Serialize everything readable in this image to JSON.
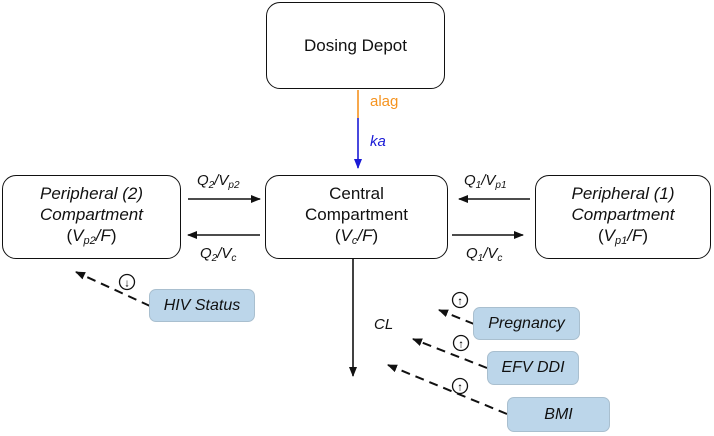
{
  "depot": {
    "label": "Dosing Depot"
  },
  "central": {
    "line1": "Central",
    "line2": "Compartment",
    "vol": "V",
    "vol_sub": "c",
    "vol_tail": "/F"
  },
  "periph2": {
    "line1": "Peripheral (2)",
    "line2": "Compartment",
    "vol": "V",
    "vol_sub": "p2",
    "vol_tail": "/F"
  },
  "periph1": {
    "line1": "Peripheral (1)",
    "line2": "Compartment",
    "vol": "V",
    "vol_sub": "p1",
    "vol_tail": "/F"
  },
  "rates": {
    "alag": "alag",
    "ka": "ka",
    "cl": "CL",
    "q2_to_p2": {
      "q": "Q",
      "q_sub": "2",
      "v": "/V",
      "v_sub": "p2"
    },
    "q2_to_c": {
      "q": "Q",
      "q_sub": "2",
      "v": "/V",
      "v_sub": "c"
    },
    "q1_to_c": {
      "q": "Q",
      "q_sub": "1",
      "v": "/V",
      "v_sub": "p1"
    },
    "q1_to_p1": {
      "q": "Q",
      "q_sub": "1",
      "v": "/V",
      "v_sub": "c"
    }
  },
  "covariates": {
    "hiv": {
      "label": "HIV Status",
      "effect": "↓"
    },
    "pregnancy": {
      "label": "Pregnancy",
      "effect": "↑"
    },
    "efv": {
      "label": "EFV DDI",
      "effect": "↑"
    },
    "bmi": {
      "label": "BMI",
      "effect": "↑"
    }
  },
  "colors": {
    "alag": "#f5931f",
    "ka": "#1a1ad6",
    "covariate_fill": "#bcd6ea"
  }
}
